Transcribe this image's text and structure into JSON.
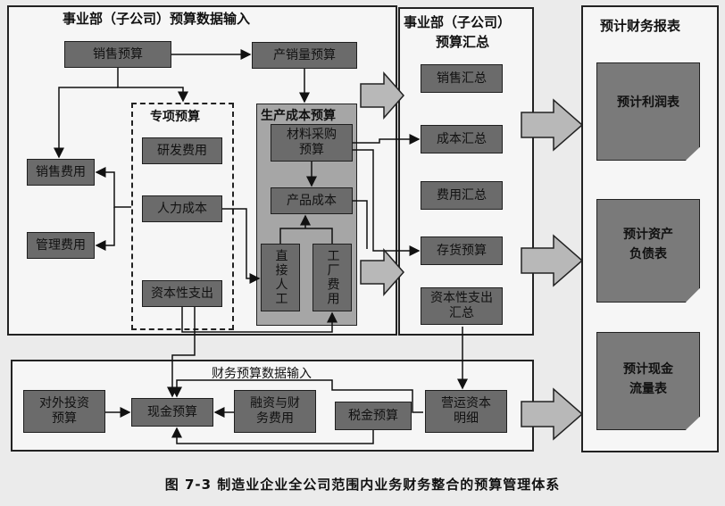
{
  "panels": {
    "division_input": {
      "title": "事业部（子公司）预算数据输入"
    },
    "division_summary": {
      "title_line1": "事业部（子公司）",
      "title_line2": "预算汇总"
    },
    "forecast_reports": {
      "title": "预计财务报表"
    },
    "finance_input": {
      "title": "财务预算数据输入"
    }
  },
  "boxes": {
    "sales_budget": "销售预算",
    "production_budget": "产销量预算",
    "special_budget_title": "专项预算",
    "rd_cost": "研发费用",
    "hr_cost": "人力成本",
    "capex": "资本性支出",
    "sales_expense": "销售费用",
    "admin_expense": "管理费用",
    "production_cost_title": "生产成本预算",
    "material_line1": "材料采购",
    "material_line2": "预算",
    "product_cost": "产品成本",
    "direct_labor": "直接人工",
    "factory_overhead": "工厂费用",
    "sales_summary": "销售汇总",
    "cost_summary": "成本汇总",
    "expense_summary": "费用汇总",
    "inventory_budget": "存货预算",
    "capex_summary_line1": "资本性支出",
    "capex_summary_line2": "汇总",
    "foreign_invest_line1": "对外投资",
    "foreign_invest_line2": "预算",
    "cash_budget": "现金预算",
    "financing_line1": "融资与财",
    "financing_line2": "务费用",
    "tax_budget": "税金预算",
    "working_capital_line1": "营运资本",
    "working_capital_line2": "明细",
    "forecast_income": "预计利润表",
    "forecast_balance_line1": "预计资产",
    "forecast_balance_line2": "负债表",
    "forecast_cashflow_line1": "预计现金",
    "forecast_cashflow_line2": "流量表"
  },
  "caption": "图 7-3    制造业企业全公司范围内业务财务整合的预算管理体系"
}
